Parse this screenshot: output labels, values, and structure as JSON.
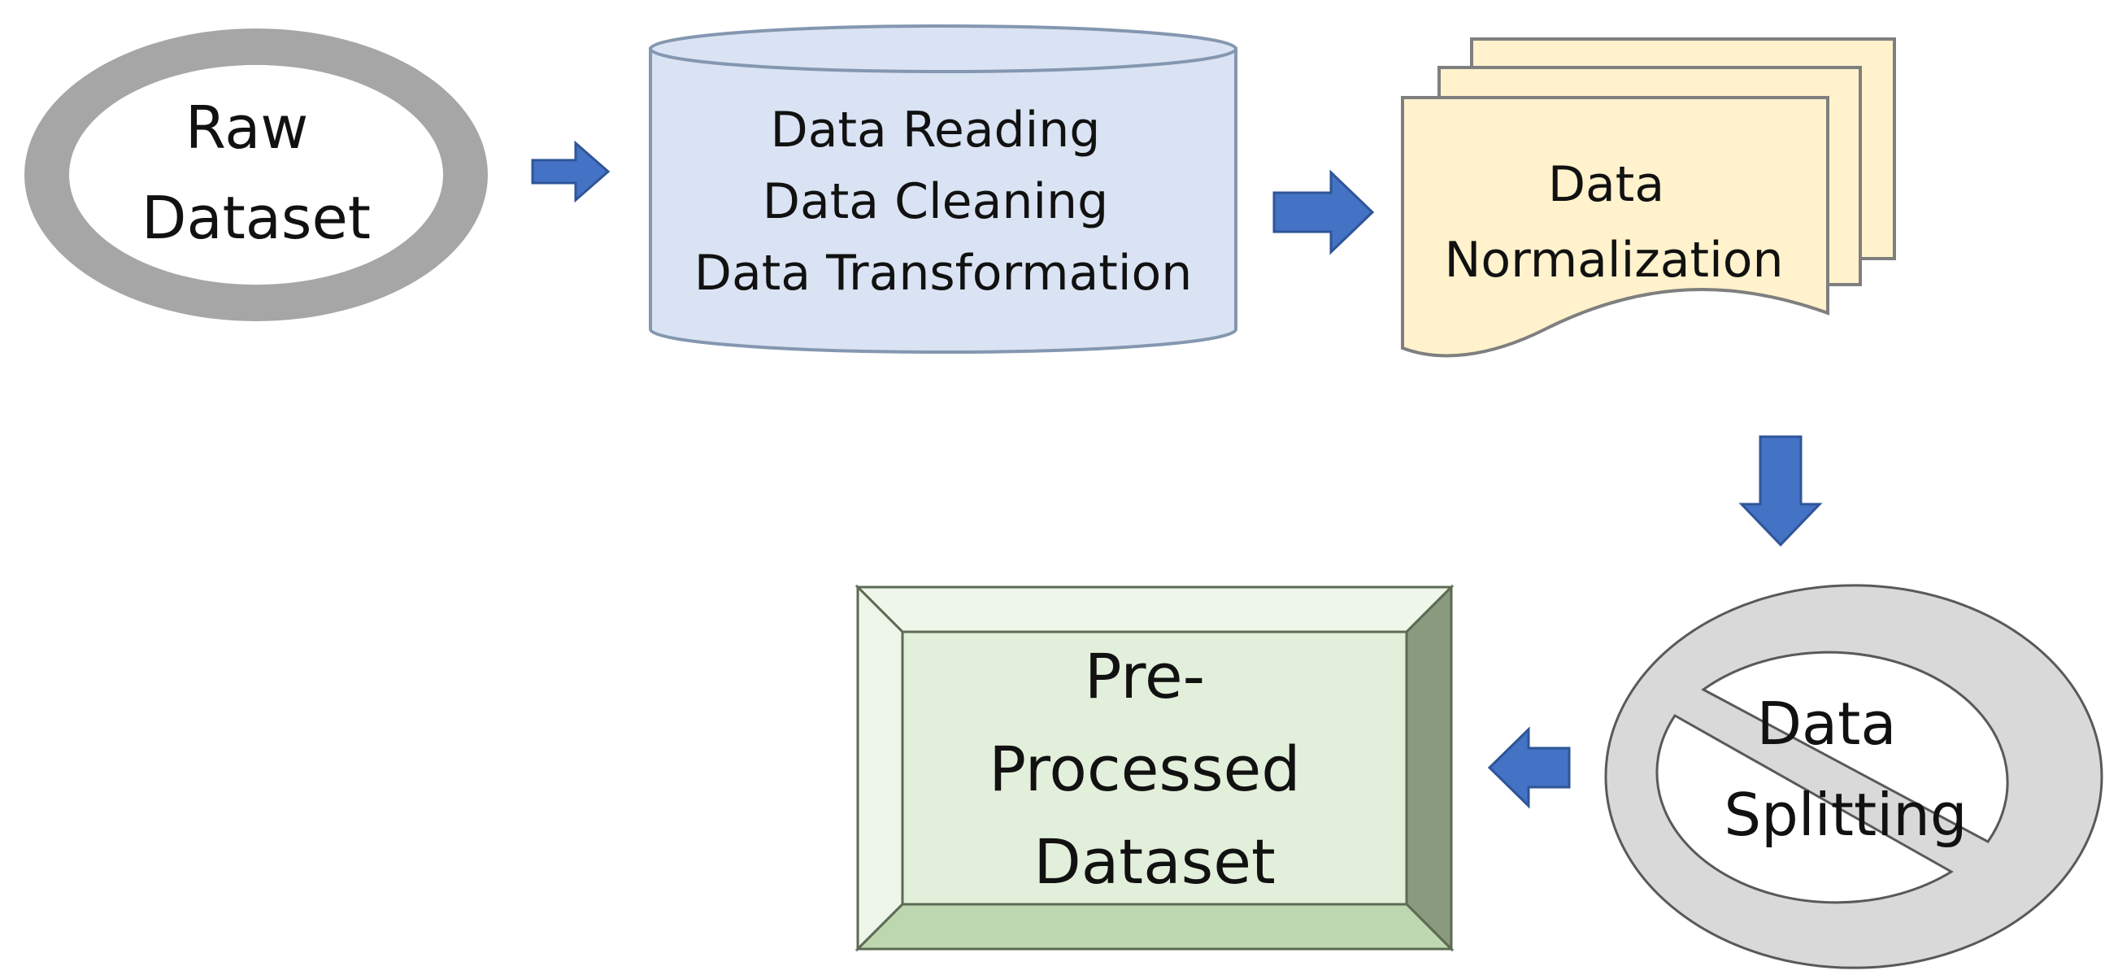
{
  "diagram": {
    "nodes": {
      "raw_dataset": {
        "lines": [
          "Raw",
          "Dataset"
        ]
      },
      "data_processing": {
        "lines": [
          "Data Reading",
          "Data Cleaning",
          "Data Transformation"
        ]
      },
      "data_normalization": {
        "lines": [
          "Data",
          "Normalization"
        ]
      },
      "data_splitting": {
        "lines": [
          "Data",
          "Splitting"
        ]
      },
      "preprocessed_dataset": {
        "lines": [
          "Pre-",
          "Processed",
          "Dataset"
        ]
      }
    },
    "edges": [
      {
        "from": "raw_dataset",
        "to": "data_processing"
      },
      {
        "from": "data_processing",
        "to": "data_normalization"
      },
      {
        "from": "data_normalization",
        "to": "data_splitting"
      },
      {
        "from": "data_splitting",
        "to": "preprocessed_dataset"
      }
    ],
    "colors": {
      "arrow": "#4472c4",
      "arrow_stroke": "#2f5597",
      "ring_gray": "#a6a6a6",
      "cylinder_fill": "#dae3f3",
      "cylinder_stroke": "#8497b0",
      "document_fill": "#fff2cc",
      "document_stroke": "#7f7f7f",
      "no_symbol_fill": "#d9d9d9",
      "bevel_face": "#e2efda",
      "bevel_light": "#eef6ea",
      "bevel_mid": "#bdd7b0",
      "bevel_dark": "#8a9a7e",
      "bevel_stroke": "#5c6b52"
    }
  }
}
